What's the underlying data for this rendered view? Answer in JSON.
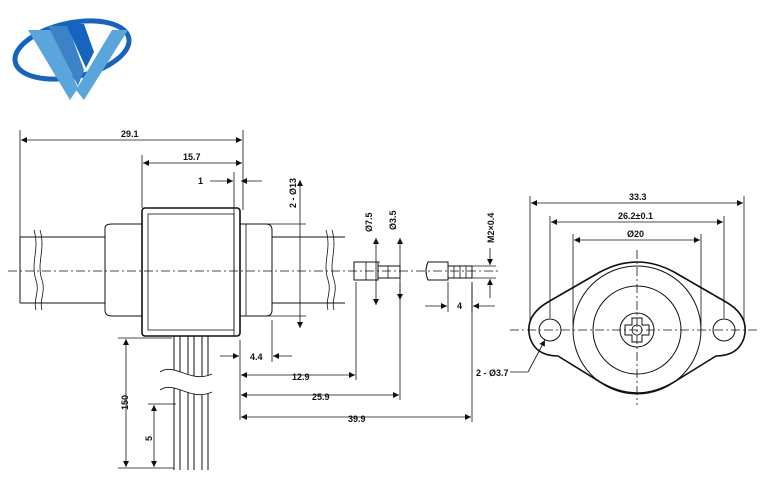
{
  "logo": {
    "name": "company-logo",
    "colors": {
      "light": "#5aa5dc",
      "dark": "#1565c0"
    }
  },
  "dimensions": {
    "overall_length": "29.1",
    "body_length": "15.7",
    "flange_thickness": "1",
    "mounting_diameter": "2 - Ø13",
    "shaft_diameter_1": "Ø7.5",
    "shaft_diameter_2": "Ø3.5",
    "thread": "M2×0.4",
    "thread_length": "4",
    "offset_1": "4.4",
    "offset_2": "12.9",
    "offset_3": "25.9",
    "offset_4": "39.9",
    "lead_length": "150",
    "lead_strip": "5",
    "flange_width": "33.3",
    "hole_spacing": "26.2±0.1",
    "boss_diameter": "Ø20",
    "hole_diameter": "2 - Ø3.7"
  }
}
